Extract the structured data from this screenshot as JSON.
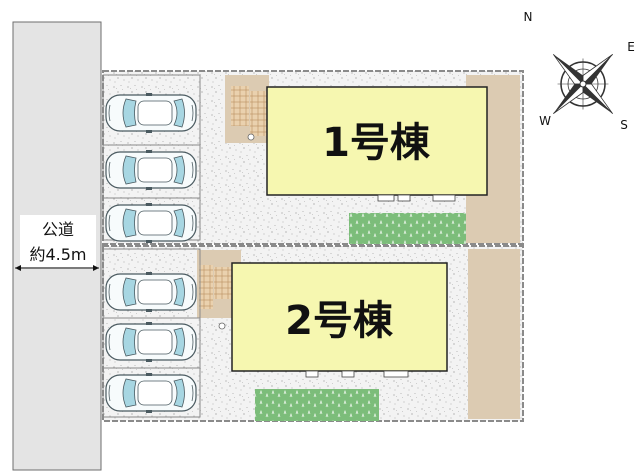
{
  "road": {
    "name": "公道",
    "width": "約4.5m"
  },
  "buildings": [
    {
      "label": "1号棟"
    },
    {
      "label": "2号棟"
    }
  ],
  "compass": {
    "N": "N",
    "E": "E",
    "S": "S",
    "W": "W"
  },
  "colors": {
    "building_fill": "#f6f7b0",
    "road_fill": "#e4e4e4",
    "lot_border": "#8a8a8a",
    "planting": "#73b873",
    "path_strip": "#dccbb2",
    "tile": "#e6c79f"
  }
}
